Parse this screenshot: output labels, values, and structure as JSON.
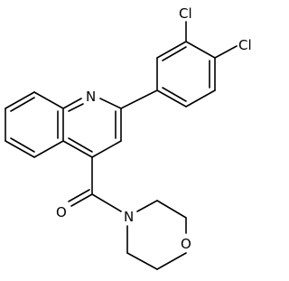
{
  "molecule": {
    "atom_labels": {
      "cl_top": "Cl",
      "cl_right": "Cl",
      "quinoline_n": "N",
      "carbonyl_o": "O",
      "morpholine_n": "N",
      "morpholine_o": "O"
    },
    "line_color": "#000000",
    "background": "#ffffff"
  }
}
